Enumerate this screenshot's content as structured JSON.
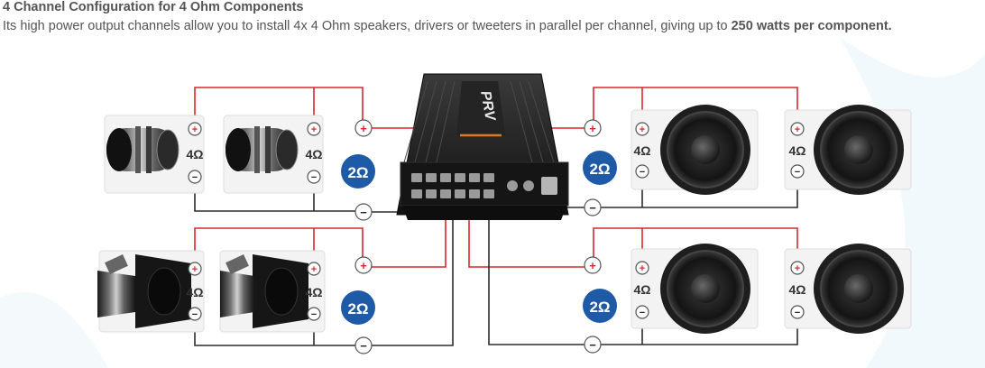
{
  "header": {
    "title": "4 Channel Configuration for 4 Ohm Components",
    "desc_prefix": "Its high power output channels allow you to install 4x 4 Ohm speakers, drivers or tweeters in parallel per channel, giving up to ",
    "desc_bold": "250 watts per component."
  },
  "amp": {
    "brand": "PRV"
  },
  "labels": {
    "speaker_ohm": "4Ω",
    "channel_ohm": "2Ω",
    "plus": "+",
    "minus": "−"
  },
  "colors": {
    "positive_wire": "#d9272e",
    "negative_wire": "#2b2b2b",
    "badge": "#1f5aa6",
    "amp_body": "#1c1c1c",
    "amp_accent": "#e07a1f"
  },
  "icons": {
    "tweeter": "compression-driver-icon",
    "horn": "horn-driver-icon",
    "woofer": "midrange-speaker-icon"
  }
}
